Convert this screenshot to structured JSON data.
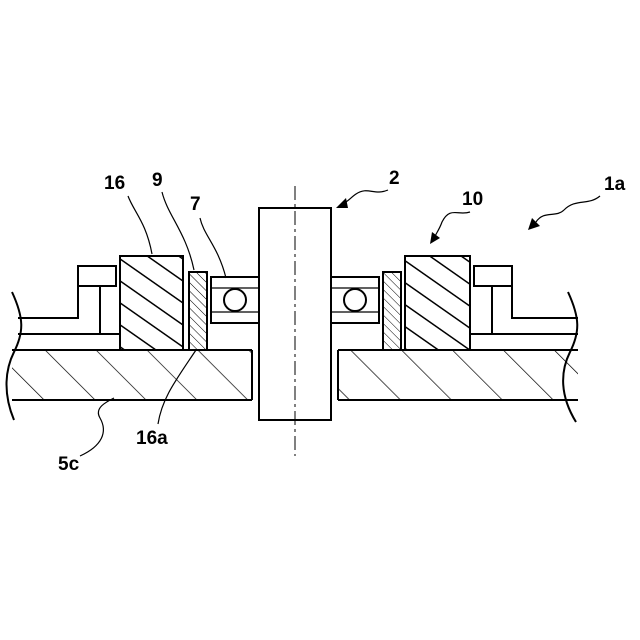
{
  "labels": {
    "label_2": "2",
    "label_1a": "1a",
    "label_16": "16",
    "label_9": "9",
    "label_7": "7",
    "label_10": "10",
    "label_16a": "16a",
    "label_5c": "5c"
  }
}
